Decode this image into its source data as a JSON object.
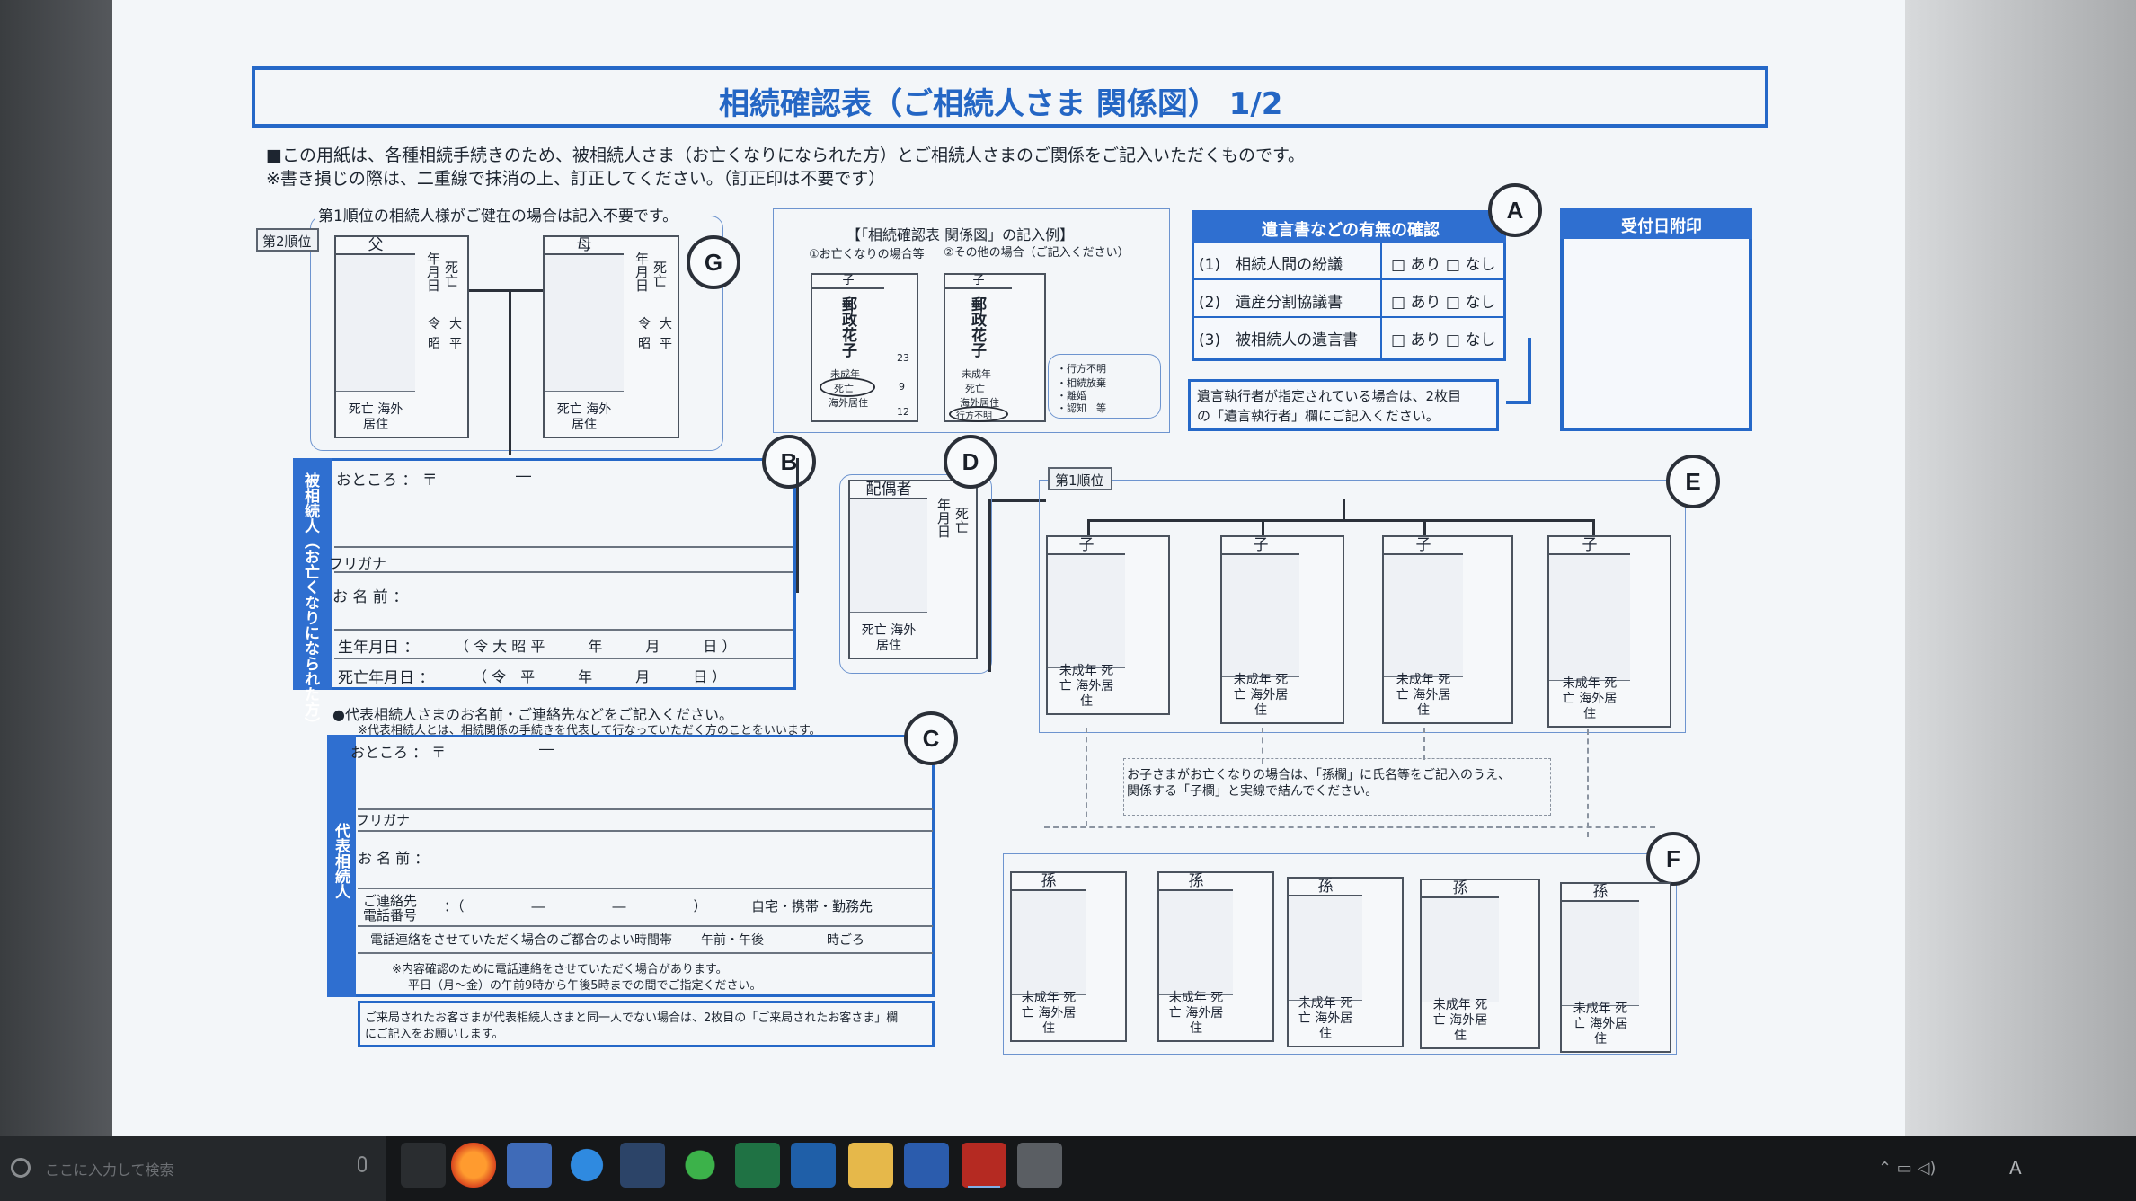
{
  "form": {
    "title": "相続確認表（ご相続人さま 関係図） 1/2",
    "intro_line1": "■この用紙は、各種相続手続きのため、被相続人さま（お亡くなりになられた方）とご相続人さまのご関係をご記入いただくものです。",
    "intro_line2": "※書き損じの際は、二重線で抹消の上、訂正してください。（訂正印は不要です）"
  },
  "parents": {
    "note": "第1順位の相続人様がご健在の場合は記入不要です。",
    "rank_tag": "第2順位",
    "father_label": "父",
    "mother_label": "母",
    "date_label": "年月日",
    "death_label": "死亡",
    "era_a": "令",
    "era_b": "大",
    "era_c": "昭",
    "era_d": "平",
    "status": "死亡 海外居住",
    "circle": "G"
  },
  "example": {
    "title": "【「相続確認表 関係図」の記入例】",
    "case1": "①お亡くなりの場合等",
    "case2": "②その他の場合（ご記入ください）",
    "child_label": "子",
    "name1": "郵政花子",
    "name2": "郵政花子",
    "minor": "未成年",
    "dead": "死亡",
    "abroad": "海外居住",
    "missing": "行方不明",
    "list1": "・行方不明",
    "list2": "・相続放棄",
    "list3": "・離婚",
    "list4": "・認知　等",
    "date1": "23",
    "date2": "9",
    "date3": "12"
  },
  "will_check": {
    "title": "遺言書などの有無の確認",
    "circle": "A",
    "rows": [
      {
        "label": "(1)　相続人間の紛議",
        "options": "□ あり □ なし"
      },
      {
        "label": "(2)　遺産分割協議書",
        "options": "□ あり □ なし"
      },
      {
        "label": "(3)　被相続人の遺言書",
        "options": "□ あり □ なし"
      }
    ],
    "executor_note1": "遺言執行者が指定されている場合は、2枚目",
    "executor_note2": "の「遺言執行者」欄にご記入ください。"
  },
  "receipt": {
    "title": "受付日附印"
  },
  "decedent": {
    "side_label": "被相続人（お亡くなりになられた方）",
    "circle": "B",
    "address_label": "おところ ： 〒",
    "postal_dash": "―",
    "furigana_label": "フリガナ",
    "name_label": "お 名 前 ：",
    "birth_label": "生年月日 ：",
    "birth_format": "（ 令 大 昭 平　　　年　　　月　　　日 ）",
    "death_label": "死亡年月日 ：",
    "death_format": "（ 令　平　　　年　　　月　　　日 ）"
  },
  "spouse": {
    "label": "配偶者",
    "circle": "D",
    "status": "死亡 海外居住"
  },
  "children": {
    "rank_tag": "第1順位",
    "circle": "E",
    "child_label": "子",
    "status": "未成年 死亡 海外居住",
    "note1": "お子さまがお亡くなりの場合は、「孫欄」に氏名等をご記入のうえ、",
    "note2": "関係する「子欄」と実線で結んでください。"
  },
  "grandchildren": {
    "circle": "F",
    "label": "孫",
    "status": "未成年 死亡 海外居住"
  },
  "representative": {
    "heading": "●代表相続人さまのお名前・ご連絡先などをご記入ください。",
    "subnote": "※代表相続人とは、相続関係の手続きを代表して行なっていただく方のことをいいます。",
    "circle": "C",
    "side_label": "代表相続人",
    "address_label": "おところ ： 〒",
    "postal_dash": "―",
    "furigana_label": "フリガナ",
    "name_label": "お 名 前 ：",
    "phone_label1": "ご連絡先",
    "phone_label2": "電話番号",
    "phone_format": "：（　　　　　―　　　　　―　　　　　）",
    "phone_types": "自宅・携帯・勤務先",
    "time_label": "電話連絡をさせていただく場合のご都合のよい時間帯",
    "time_options": "午前・午後　　　　　時ごろ",
    "confirm_note1": "※内容確認のために電話連絡をさせていただく場合があります。",
    "confirm_note2": "平日（月～金）の午前9時から午後5時までの間でご指定ください。",
    "visitor_note1": "ご来局されたお客さまが代表相続人さまと同一人でない場合は、2枚目の「ご来局されたお客さま」欄",
    "visitor_note2": "にご記入をお願いします。"
  },
  "taskbar": {
    "search_placeholder": "ここに入力して検索",
    "tray_ime": "A"
  }
}
